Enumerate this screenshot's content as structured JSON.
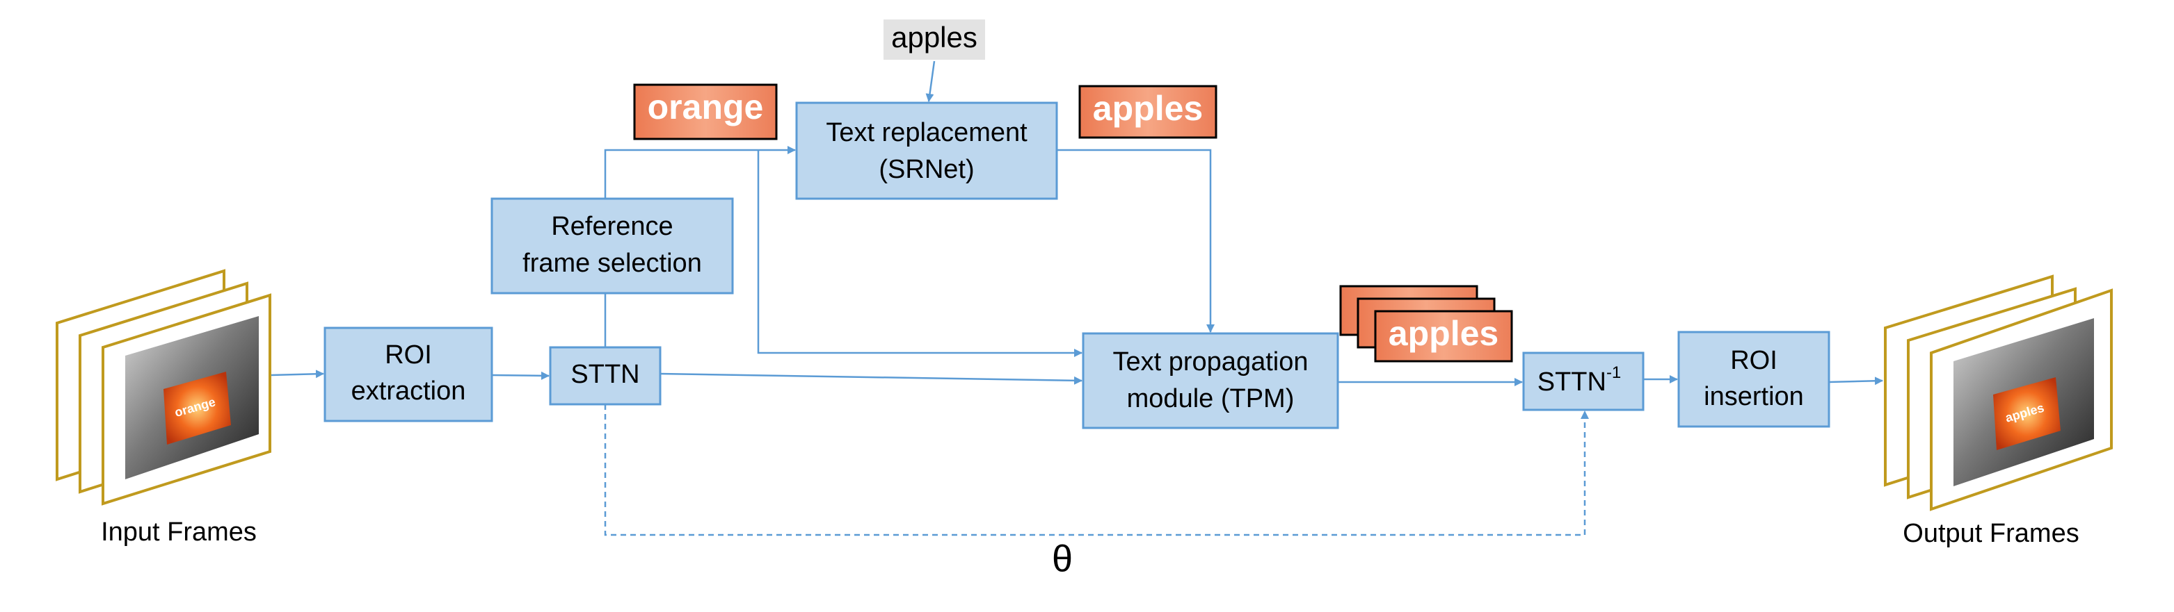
{
  "nodes": {
    "roi_extraction": [
      "ROI",
      "extraction"
    ],
    "sttn": [
      "STTN"
    ],
    "reference_selection": [
      "Reference",
      "frame selection"
    ],
    "text_replacement": [
      "Text replacement",
      "(SRNet)"
    ],
    "tpm": [
      "Text propagation",
      "module (TPM)"
    ],
    "sttn_inverse": {
      "base": "STTN",
      "sup": "-1"
    },
    "roi_insertion": [
      "ROI",
      "insertion"
    ]
  },
  "input_word": "apples",
  "source_word_tag": "orange",
  "target_word_tag": "apples",
  "stack_word_tag": "apples",
  "theta_label": "θ",
  "captions": {
    "input": "Input Frames",
    "output": "Output Frames"
  },
  "frame_sign_text": {
    "input": "orange",
    "output": "apples"
  },
  "colors": {
    "box_fill": "#bdd7ee",
    "box_stroke": "#5b9bd5",
    "arrow": "#5b9bd5",
    "frame_border": "#c09a1e",
    "tag_fill": "#f0926a"
  }
}
